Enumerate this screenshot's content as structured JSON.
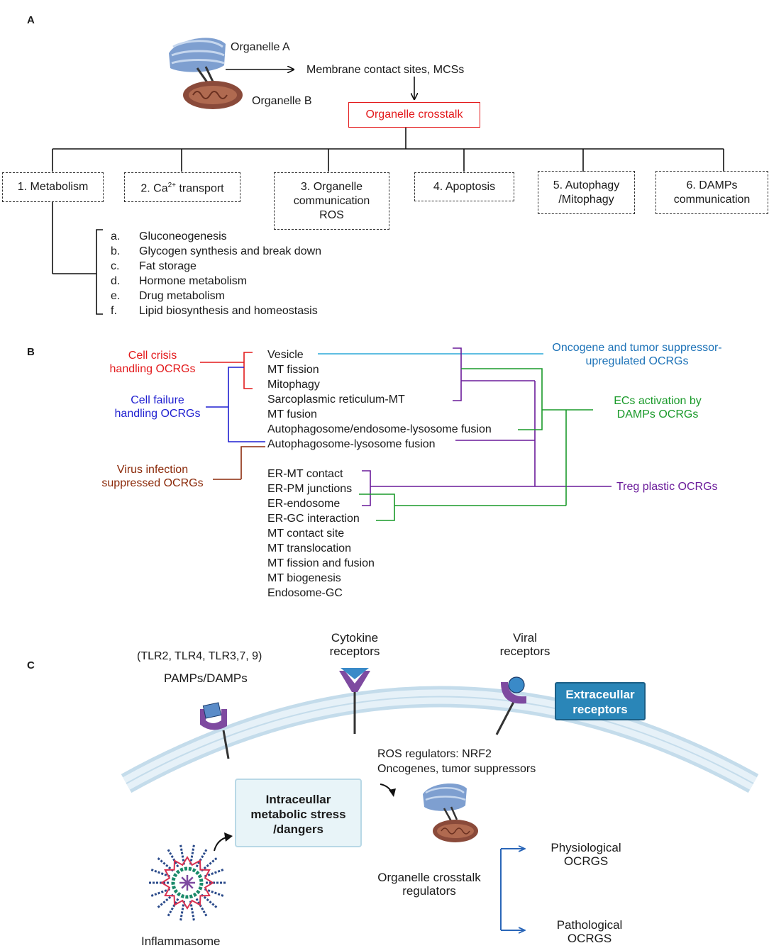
{
  "panelA": {
    "label": "A",
    "organelle_a": "Organelle A",
    "organelle_b": "Organelle B",
    "mcs": "Membrane contact sites, MCSs",
    "crosstalk": "Organelle crosstalk",
    "categories": [
      {
        "line1": "1. Metabolism",
        "line2": "",
        "line3": ""
      },
      {
        "line1": "2. Ca",
        "sup": "2+",
        "line1b": " transport"
      },
      {
        "line1": "3. Organelle",
        "line2": "communication",
        "line3": "ROS"
      },
      {
        "line1": "4. Apoptosis"
      },
      {
        "line1": "5. Autophagy",
        "line2": "/Mitophagy"
      },
      {
        "line1": "6. DAMPs",
        "line2": "communication"
      }
    ],
    "metabolism_items": [
      {
        "letter": "a.",
        "text": "Gluconeogenesis"
      },
      {
        "letter": "b.",
        "text": "Glycogen synthesis and break down"
      },
      {
        "letter": "c.",
        "text": "Fat storage"
      },
      {
        "letter": "d.",
        "text": "Hormone metabolism"
      },
      {
        "letter": "e.",
        "text": "Drug metabolism"
      },
      {
        "letter": "f.",
        "text": "Lipid biosynthesis and homeostasis"
      }
    ]
  },
  "panelB": {
    "label": "B",
    "left_groups": [
      {
        "line1": "Cell crisis",
        "line2": "handling OCRGs",
        "color": "#e31a1c"
      },
      {
        "line1": "Cell failure",
        "line2": "handling OCRGs",
        "color": "#1f1fd0"
      },
      {
        "line1": "Virus infection",
        "line2": "suppressed OCRGs",
        "color": "#8b2a0a"
      }
    ],
    "items": [
      "Vesicle",
      "MT fission",
      "Mitophagy",
      "Sarcoplasmic reticulum-MT",
      "MT fusion",
      "Autophagosome/endosome-lysosome fusion",
      "Autophagosome-lysosome fusion",
      "ER-MT contact",
      "ER-PM junctions",
      "ER-endosome",
      "ER-GC interaction",
      "MT contact site",
      "MT translocation",
      "MT fission and fusion",
      "MT biogenesis",
      "Endosome-GC"
    ],
    "right_groups": [
      {
        "line1": "Oncogene and tumor suppressor-",
        "line2": "upregulated OCRGs",
        "color": "#1e73b8"
      },
      {
        "line1": "ECs activation by",
        "line2": "DAMPs OCRGs",
        "color": "#1a9a2a"
      },
      {
        "line1": "Treg plastic OCRGs",
        "line2": "",
        "color": "#6a1b9a"
      }
    ]
  },
  "panelC": {
    "label": "C",
    "tlr": "(TLR2, TLR4, TLR3,7, 9)",
    "pamps": "PAMPs/DAMPs",
    "cytokine": [
      "Cytokine",
      "receptors"
    ],
    "viral": [
      "Viral",
      "receptors"
    ],
    "extracellular": [
      "Extraceullar",
      "receptors"
    ],
    "ros": "ROS regulators: NRF2",
    "oncogenes": "Oncogenes, tumor suppressors",
    "intracellular": [
      "Intraceullar",
      "metabolic stress",
      "/dangers"
    ],
    "crosstalk_regulators": [
      "Organelle crosstalk",
      "regulators"
    ],
    "physiological": [
      "Physiological",
      "OCRGS"
    ],
    "pathological": [
      "Pathological",
      "OCRGS"
    ],
    "inflammasome": "Inflammasome",
    "colors": {
      "membrane": "#d6e8f2",
      "receptor": "#7e4aa0",
      "extra_box": "#2a86b8",
      "intra_box": "#e8f4f8",
      "arrow_blue": "#2a66b8"
    }
  }
}
